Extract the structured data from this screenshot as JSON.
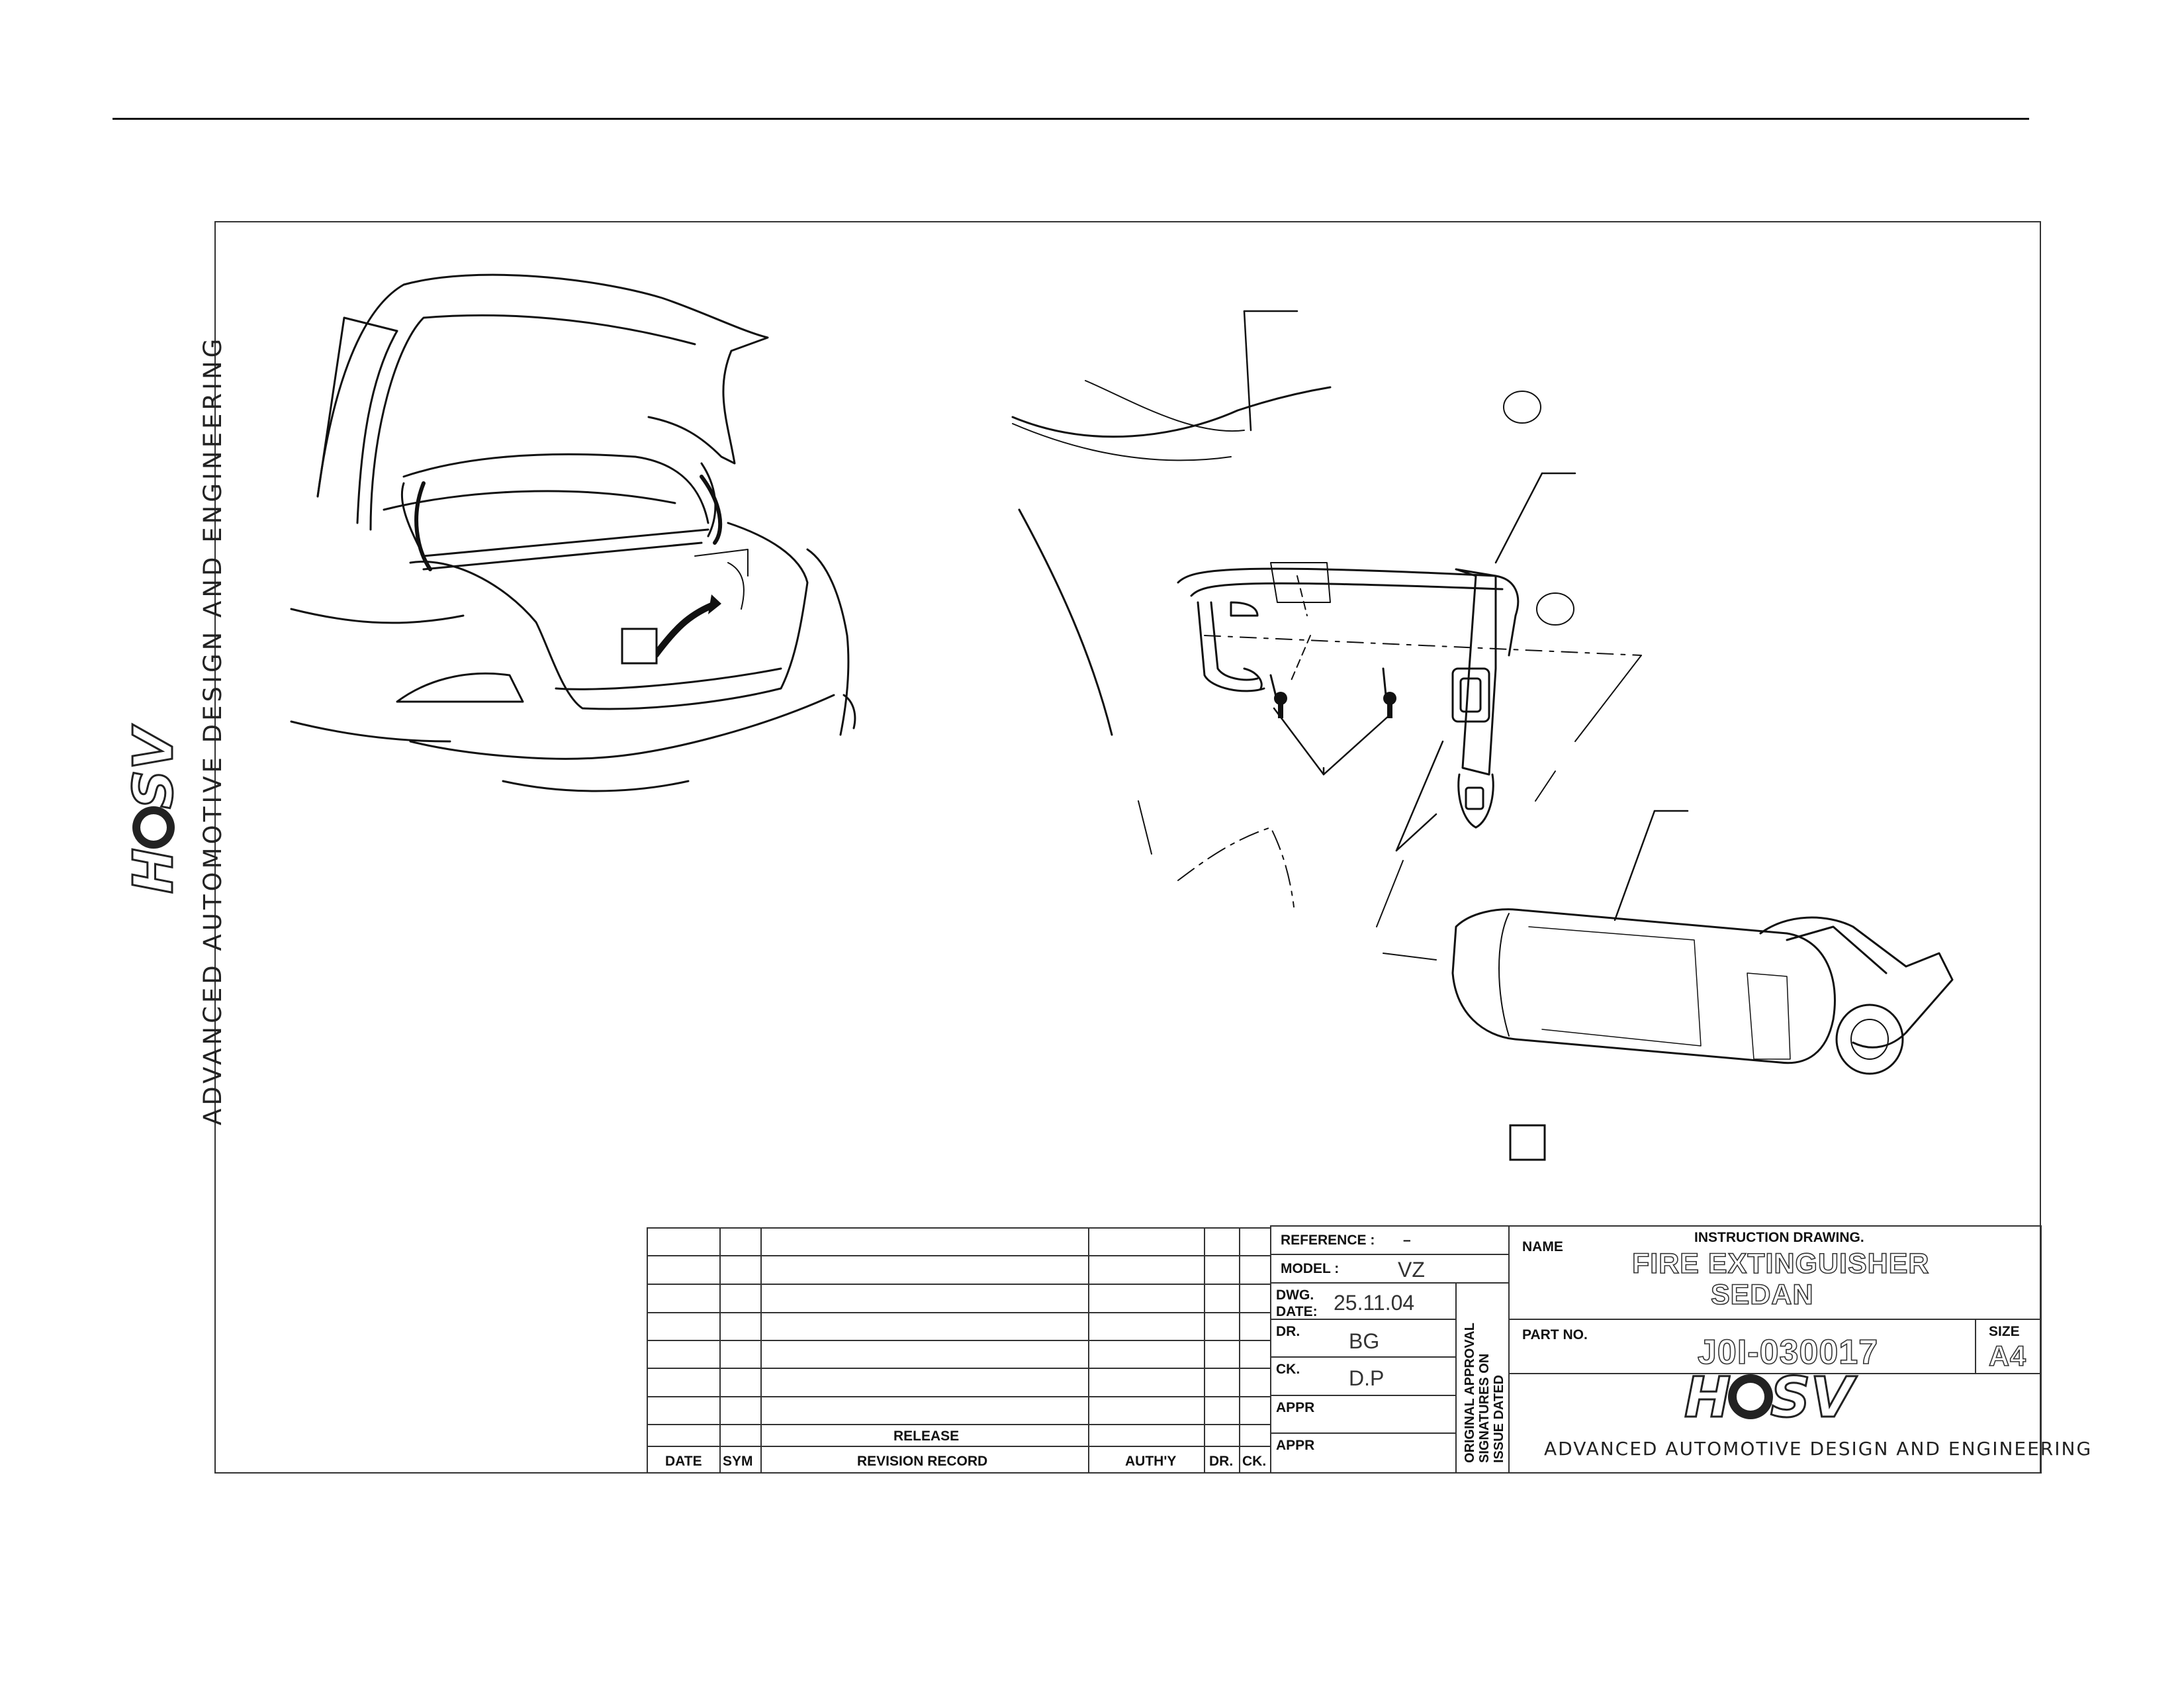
{
  "side_title": "ADVANCED AUTOMOTIVE DESIGN AND ENGINEERING",
  "logo": {
    "text": "HSV"
  },
  "callouts": {
    "box_a": "",
    "box_b": ""
  },
  "title_block": {
    "reference_label": "REFERENCE :",
    "reference_value": "–",
    "model_label": "MODEL :",
    "model_value": "VZ",
    "dwg_date_label_1": "DWG.",
    "dwg_date_label_2": "DATE:",
    "dwg_date_value": "25.11.04",
    "dr_label": "DR.",
    "dr_value": "BG",
    "ck_label": "CK.",
    "ck_value": "D.P",
    "appr_label_1": "APPR",
    "appr_label_2": "APPR",
    "approval_note_1": "ORIGINAL APPROVAL",
    "approval_note_2": "SIGNATURES ON",
    "approval_note_3": "ISSUE DATED",
    "name_label": "NAME",
    "drawing_type": "INSTRUCTION DRAWING.",
    "title_line_1": "FIRE EXTINGUISHER",
    "title_line_2": "SEDAN",
    "part_no_label": "PART NO.",
    "part_no_value": "J0I-030017",
    "size_label": "SIZE",
    "size_value": "A4",
    "company": "ADVANCED AUTOMOTIVE DESIGN AND ENGINEERING"
  },
  "revision_table": {
    "release_label": "RELEASE",
    "headers": [
      "DATE",
      "SYM",
      "REVISION RECORD",
      "AUTH'Y",
      "DR.",
      "CK."
    ]
  }
}
